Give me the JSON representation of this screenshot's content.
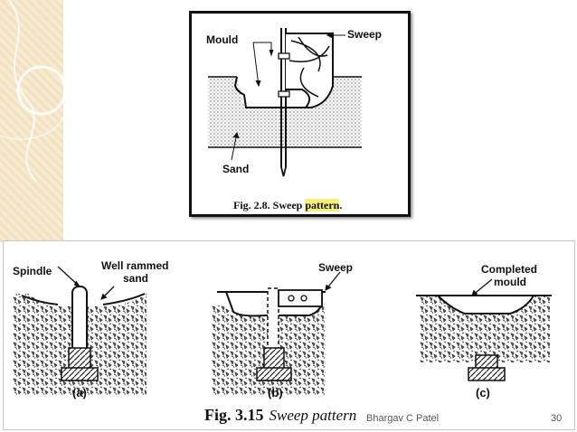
{
  "figure_top": {
    "labels": {
      "mould": "Mould",
      "sweep": "Sweep",
      "sand": "Sand"
    },
    "caption_prefix": "Fig. 2.8. Sweep",
    "caption_highlight": "pattern",
    "caption_end": "."
  },
  "figure_bottom": {
    "labels": {
      "spindle": "Spindle",
      "well_rammed_line1": "Well rammed",
      "well_rammed_line2": "sand",
      "sweep": "Sweep",
      "completed_line1": "Completed",
      "completed_line2": "mould"
    },
    "sublabels": [
      "(a)",
      "(b)",
      "(c)"
    ],
    "caption_fig": "Fig. 3.15",
    "caption_text": "Sweep pattern"
  },
  "footer": {
    "author": "Bhargav C Patel",
    "page": "30"
  },
  "colors": {
    "highlight": "#f5ee7a",
    "sidebar": "#f1e1bd",
    "ink": "#111111"
  }
}
